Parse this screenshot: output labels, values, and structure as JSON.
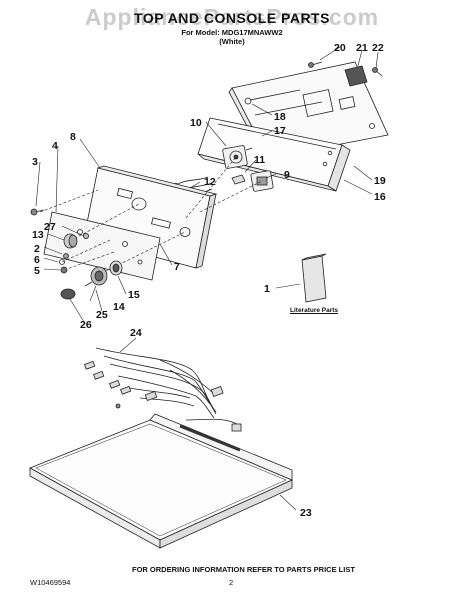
{
  "watermark": "AppliancePartsPros.com",
  "header": {
    "title": "TOP AND CONSOLE PARTS",
    "model_line": "For Model: MDG17MNAWW2",
    "color_line": "(White)"
  },
  "callouts": [
    "1",
    "2",
    "3",
    "4",
    "5",
    "6",
    "7",
    "8",
    "9",
    "10",
    "11",
    "12",
    "13",
    "14",
    "15",
    "16",
    "17",
    "18",
    "19",
    "20",
    "21",
    "22",
    "23",
    "24",
    "25",
    "26",
    "27"
  ],
  "literature": {
    "label": "Literature Parts"
  },
  "footer": {
    "doc_number": "W10469594",
    "page_number": "2",
    "ordering_note": "FOR ORDERING INFORMATION REFER TO PARTS PRICE LIST"
  }
}
